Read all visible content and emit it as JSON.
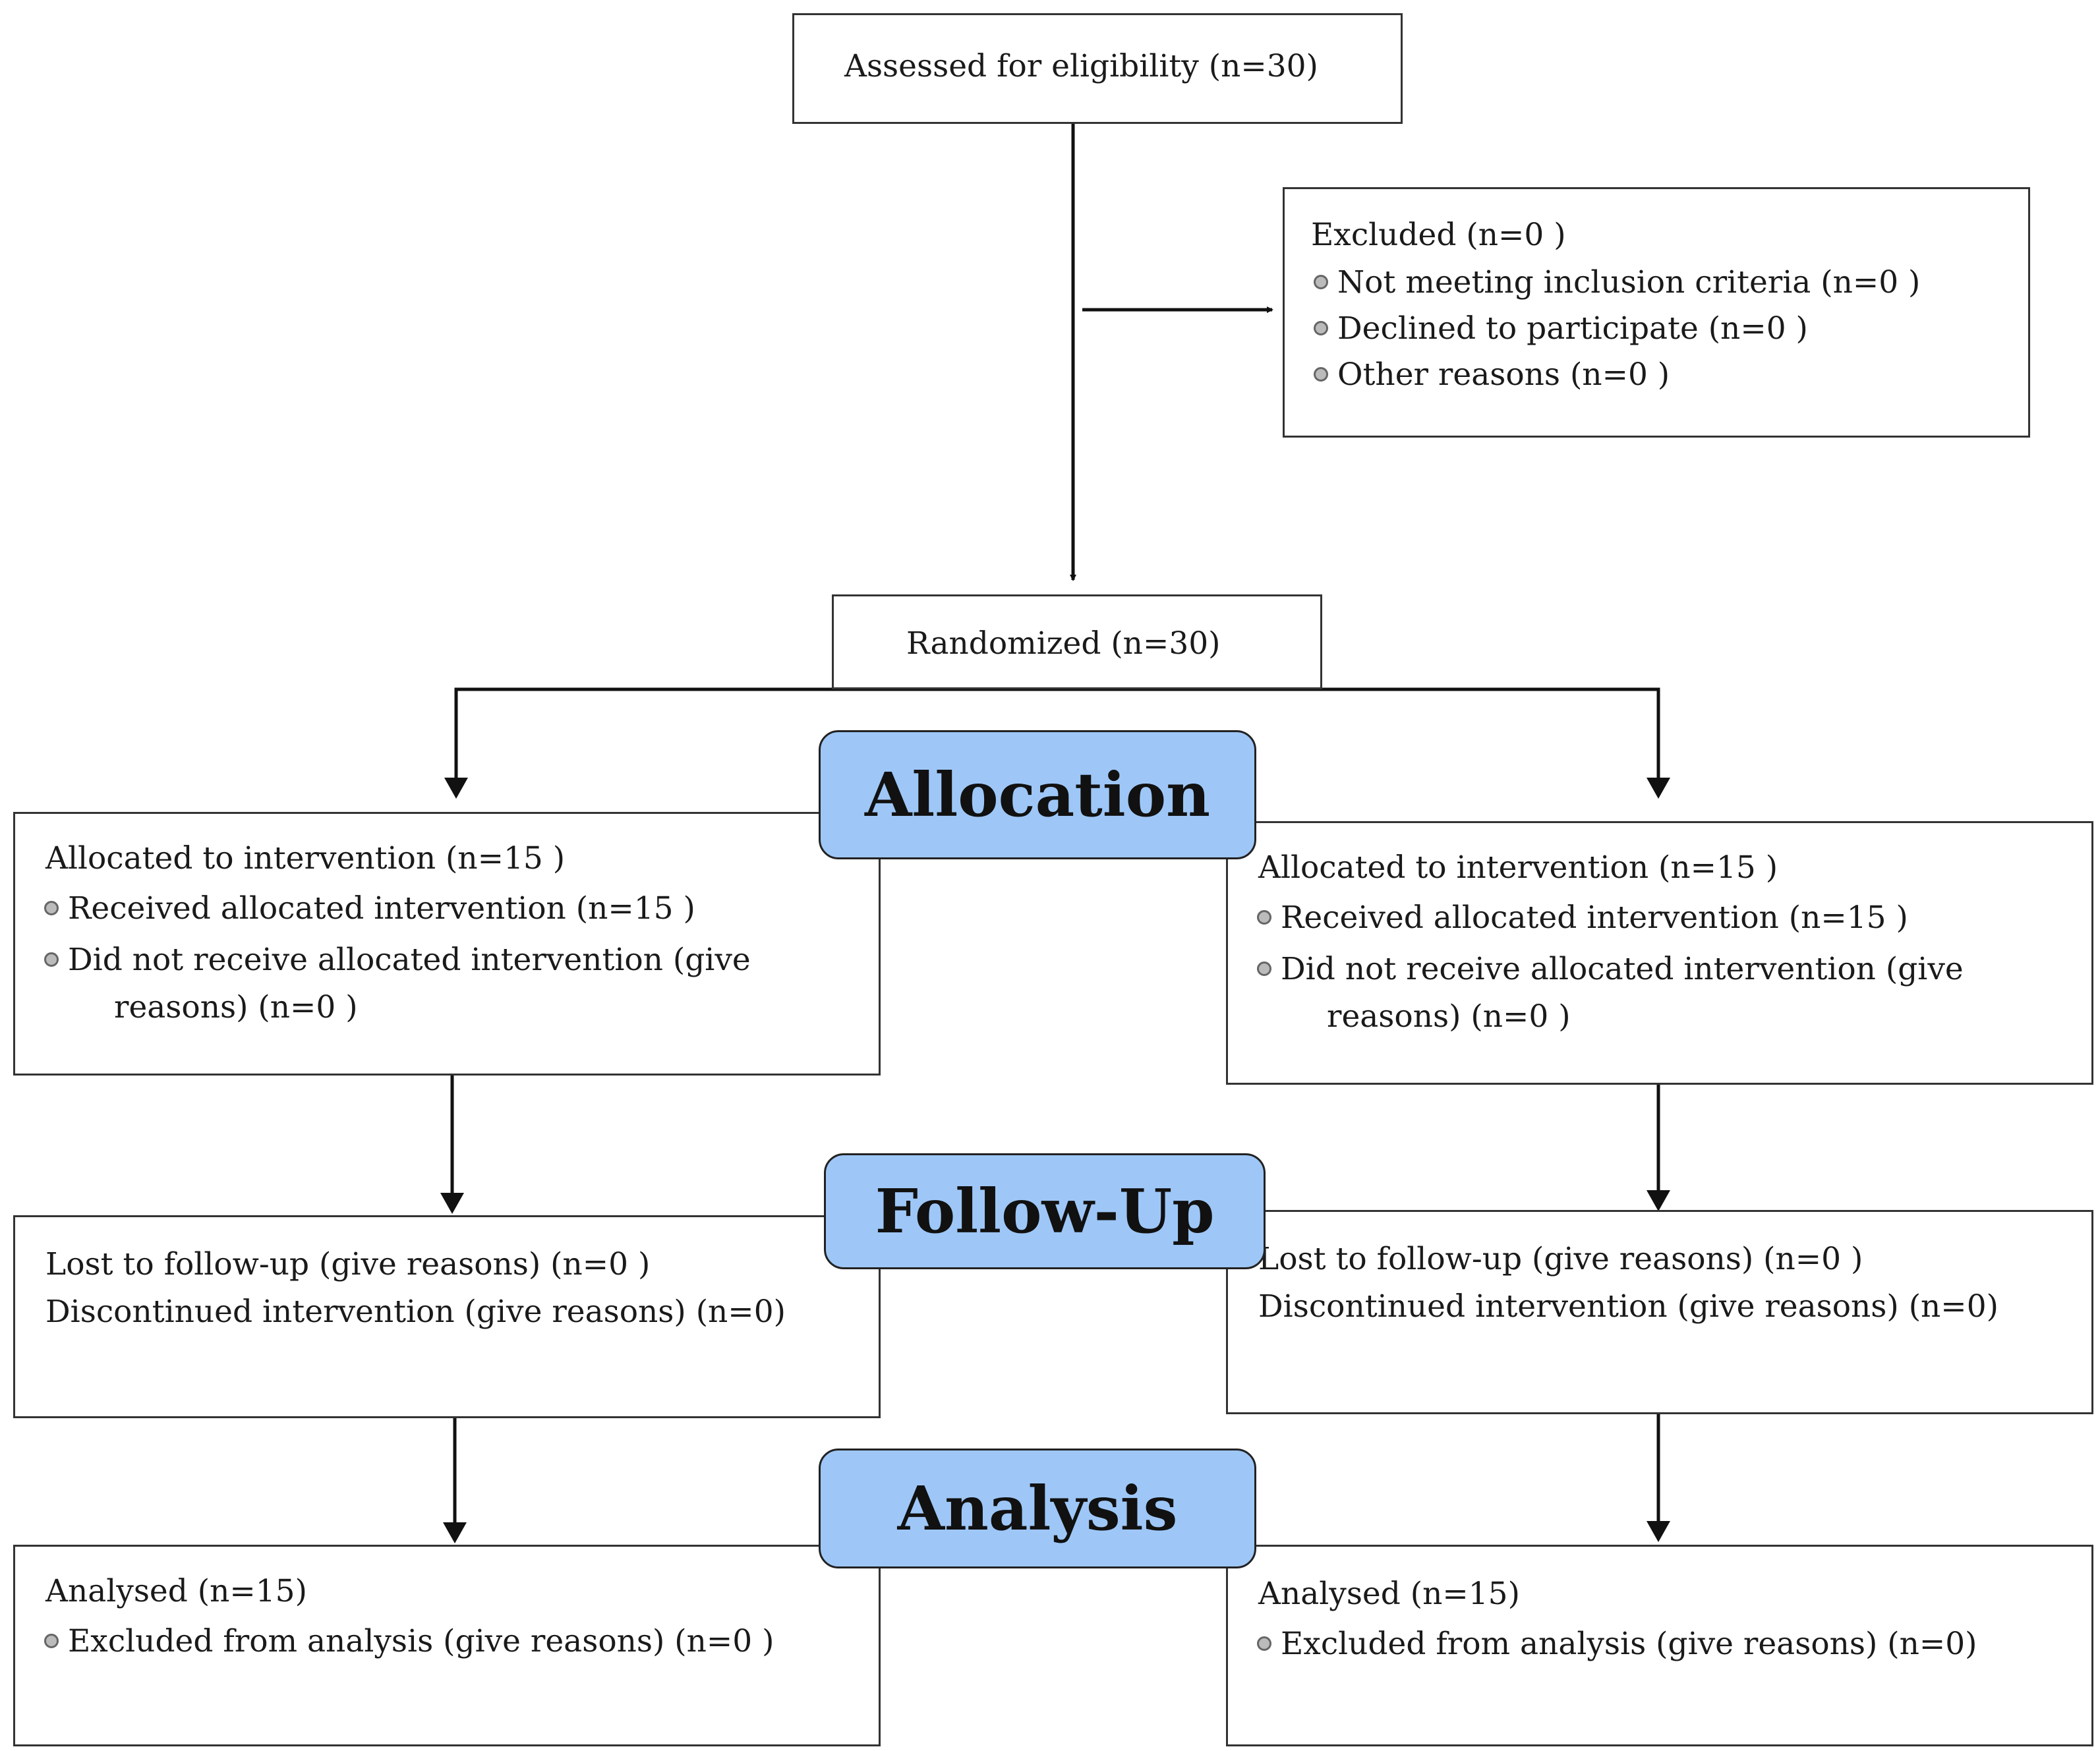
{
  "assessed": "Assessed for eligibility (n=30)",
  "excluded": {
    "title": "Excluded  (n=0 )",
    "items": [
      "Not meeting inclusion criteria (n=0 )",
      "Declined to participate (n=0 )",
      "Other reasons (n=0  )"
    ]
  },
  "randomized": "Randomized (n=30)",
  "stages": {
    "allocation": "Allocation",
    "followup": "Follow-Up",
    "analysis": "Analysis"
  },
  "left": {
    "allocation": {
      "title": "Allocated to intervention (n=15  )",
      "received": "Received allocated intervention (n=15  )",
      "not_received": "Did not receive allocated intervention (give",
      "not_received_cont": "reasons) (n=0  )"
    },
    "followup": {
      "lost": "Lost to follow-up (give reasons) (n=0 )",
      "discontinued": "Discontinued intervention (give reasons) (n=0)"
    },
    "analysis": {
      "analysed": "Analysed  (n=15)",
      "excluded": "Excluded from analysis (give reasons) (n=0 )"
    }
  },
  "right": {
    "allocation": {
      "title": "Allocated to intervention (n=15 )",
      "received": "Received allocated intervention (n=15 )",
      "not_received": "Did not receive allocated intervention (give",
      "not_received_cont": "reasons) (n=0  )"
    },
    "followup": {
      "lost": "Lost to follow-up (give reasons) (n=0 )",
      "discontinued": "Discontinued intervention (give reasons) (n=0)"
    },
    "analysis": {
      "analysed": "Analysed  (n=15)",
      "excluded": "Excluded from analysis (give reasons) (n=0)"
    }
  }
}
